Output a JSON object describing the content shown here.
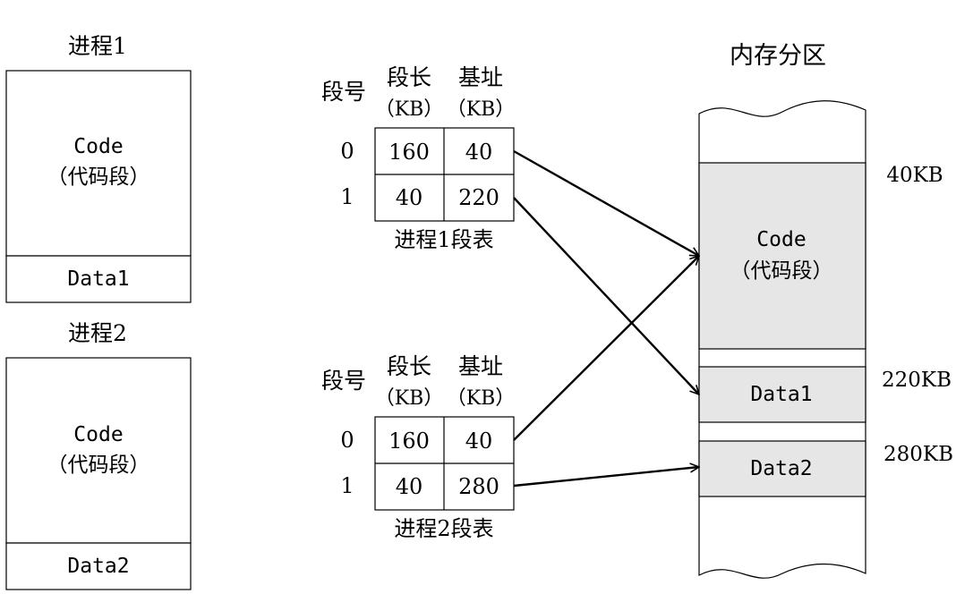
{
  "colors": {
    "stroke": "#000000",
    "memory_fill": "#e6e6e6",
    "background": "#ffffff"
  },
  "process1": {
    "title": "进程1",
    "code_line1": "Code",
    "code_line2": "（代码段）",
    "data_label": "Data1"
  },
  "process2": {
    "title": "进程2",
    "code_line1": "Code",
    "code_line2": "（代码段）",
    "data_label": "Data2"
  },
  "table1": {
    "col_segment": "段号",
    "col_length": "段长",
    "col_length_unit": "（KB）",
    "col_base": "基址",
    "col_base_unit": "（KB）",
    "rows": [
      {
        "seg": "0",
        "length": "160",
        "base": "40"
      },
      {
        "seg": "1",
        "length": "40",
        "base": "220"
      }
    ],
    "caption": "进程1段表"
  },
  "table2": {
    "col_segment": "段号",
    "col_length": "段长",
    "col_length_unit": "（KB）",
    "col_base": "基址",
    "col_base_unit": "（KB）",
    "rows": [
      {
        "seg": "0",
        "length": "160",
        "base": "40"
      },
      {
        "seg": "1",
        "length": "40",
        "base": "280"
      }
    ],
    "caption": "进程2段表"
  },
  "memory": {
    "title": "内存分区",
    "code_line1": "Code",
    "code_line2": "（代码段）",
    "data1_label": "Data1",
    "data2_label": "Data2",
    "addr_40": "40KB",
    "addr_220": "220KB",
    "addr_280": "280KB"
  }
}
